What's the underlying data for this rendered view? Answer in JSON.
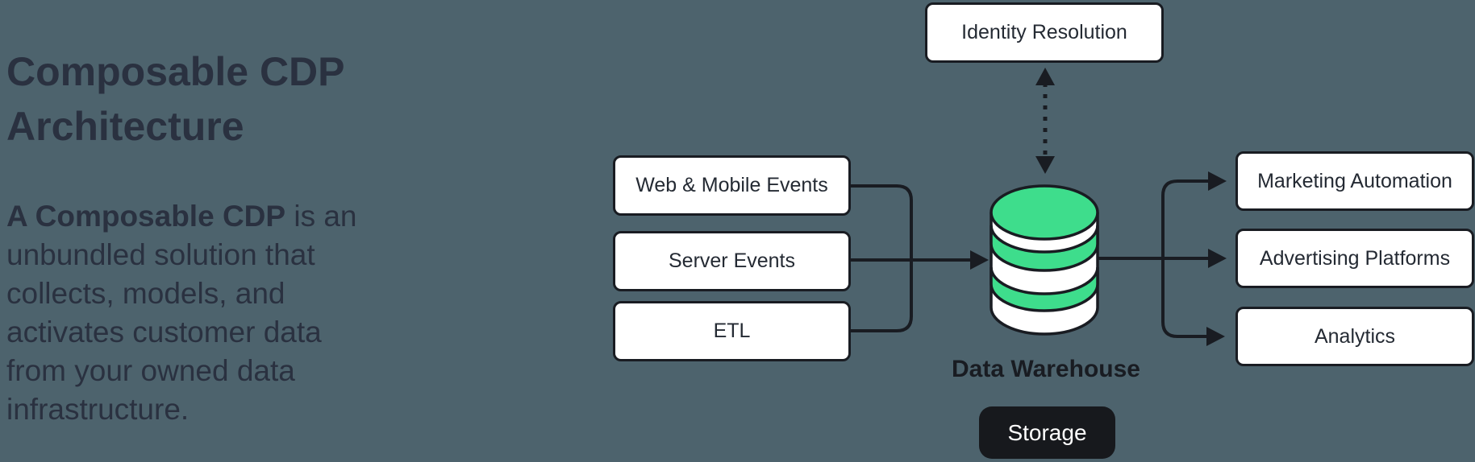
{
  "intro": {
    "title_lines": [
      "Composable CDP",
      "Architecture"
    ],
    "description_bold": "A Composable CDP",
    "description_lines": [
      " is an",
      "unbundled solution that",
      "collects, models, and",
      "activates customer data",
      "from your owned data",
      "infrastructure."
    ]
  },
  "diagram": {
    "identity_label": "Identity Resolution",
    "sources": [
      "Web & Mobile Events",
      "Server Events",
      "ETL"
    ],
    "warehouse_label": "Data Warehouse",
    "storage_label": "Storage",
    "destinations": [
      "Marketing Automation",
      "Advertising Platforms",
      "Analytics"
    ]
  },
  "colors": {
    "background": "#4D636D",
    "intro_text": "#2A3140",
    "diagram_ink": "#191C22",
    "node_bg": "#FFFFFF",
    "node_text": "#242A33",
    "accent_green": "#3EDD8C",
    "storage_bg": "#17191D",
    "storage_text": "#FFFFFF"
  }
}
